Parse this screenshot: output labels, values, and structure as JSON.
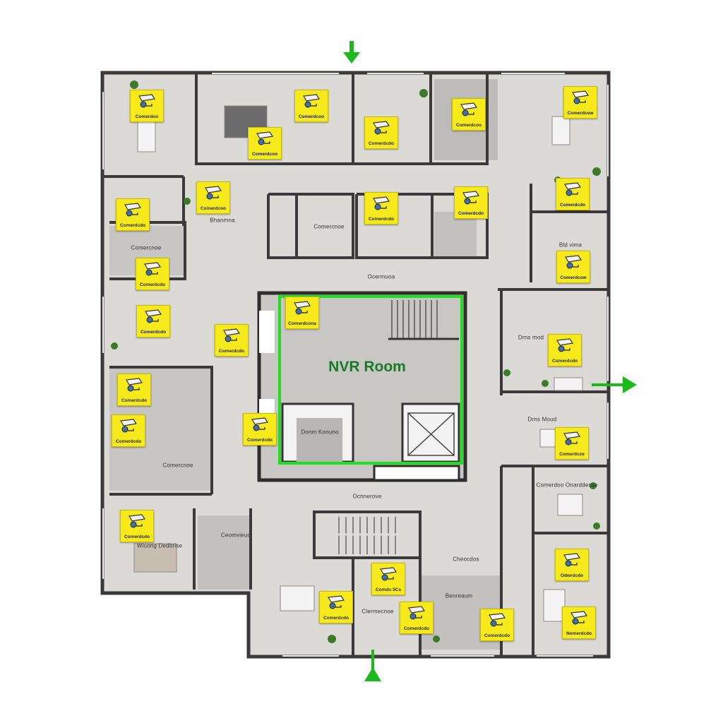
{
  "title": "NVR Room",
  "colors": {
    "camera_badge": "#f7ea1c",
    "nvr_outline": "#22dd22",
    "arrow": "#1cb81c",
    "wall": "#3a3a3a",
    "floor": "#dcdad7"
  },
  "entrances": [
    {
      "name": "top-entrance",
      "icon": "arrow-down-icon"
    },
    {
      "name": "right-entrance",
      "icon": "arrow-right-icon"
    },
    {
      "name": "bottom-entrance",
      "icon": "arrow-up-icon"
    }
  ],
  "rooms": [
    "Bhanmna",
    "Comercnoe",
    "Comercnoe",
    "Ocermuoa",
    "Bld vima",
    "Drns mod",
    "Drns Moud",
    "Comercnoe",
    "Ocnnerove",
    "Comerdoo Onarddesse",
    "Ceomvieuo",
    "Wiuong Dedbrise",
    "Cheocdos",
    "Benreaum",
    "Donm Konuno",
    "Clermecnoe"
  ],
  "cameras": [
    "Comerdoo",
    "Comerdcoo",
    "Comerdcoo",
    "Comerdcdo",
    "Comerdcoo",
    "Comerdcew",
    "Comerdcoo",
    "Comerdcdo",
    "Comerdcdo",
    "Comerdcdo",
    "Comerdcdo",
    "Comerdcdo",
    "Comerdcow",
    "Comerdcona",
    "Comerdcdo",
    "Comerdcdo",
    "Comerdcdo",
    "Comerdcdo",
    "Comerdcdo",
    "Comerdcdo",
    "Comerdczo",
    "Comerdcdo",
    "Comdu 5Cs",
    "Comerdcdo",
    "Comerdcdo",
    "Comerdcdo",
    "Odwrdcdo",
    "Nomerdcdo"
  ]
}
